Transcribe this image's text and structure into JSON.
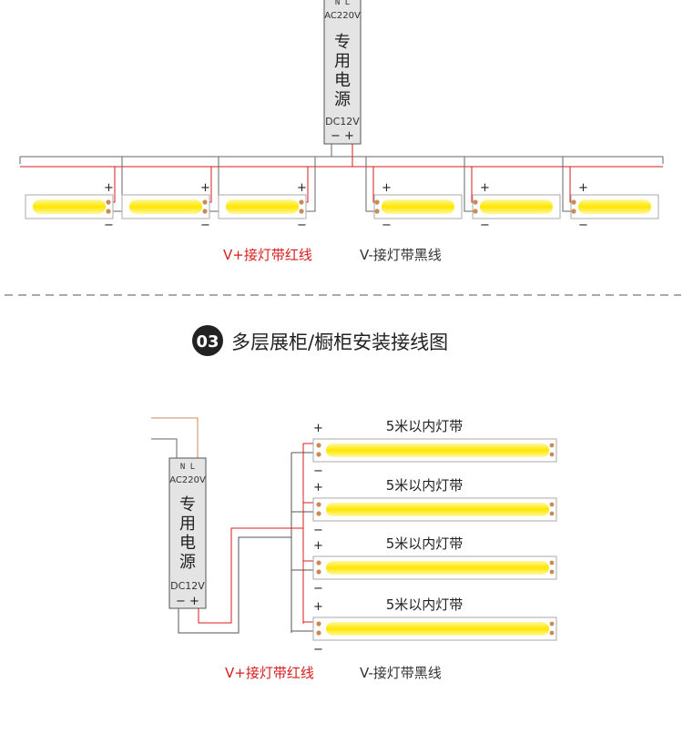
{
  "colors": {
    "red_wire": "#d81e1e",
    "black_wire": "#444444",
    "led": "#ffe600",
    "led_glow": "#fff6b0",
    "strip_border": "#aaaaaa",
    "pad": "#c98a55",
    "psu_fill": "#e4e4e4",
    "psu_border": "#555555",
    "dash": "#555555",
    "badge_bg": "#222222",
    "badge_text": "#ffffff",
    "legend_red": "#d81e1e",
    "legend_black": "#333333",
    "text": "#222222"
  },
  "psu": {
    "terminals": "N   L",
    "input_label": "AC220V",
    "name_chars": [
      "专",
      "用",
      "电",
      "源"
    ],
    "output_label": "DC12V",
    "output_terminals": "−  +"
  },
  "top_section": {
    "strip_plus": "+",
    "strip_minus": "−",
    "legend_red": "V+接灯带红线",
    "legend_black": "V-接灯带黑线"
  },
  "section_03": {
    "badge": "03",
    "title": "多层展柜/橱柜安装接线图",
    "strip_label": "5米以内灯带",
    "plus": "+",
    "minus": "−",
    "legend_red": "V+接灯带红线",
    "legend_black": "V-接灯带黑线"
  }
}
